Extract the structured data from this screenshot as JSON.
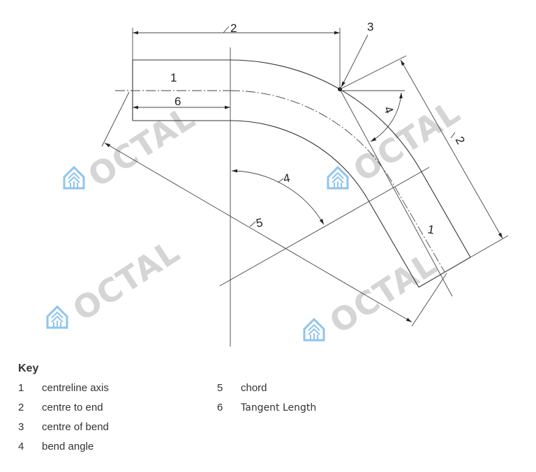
{
  "diagram": {
    "labels": {
      "top_dimension": "2",
      "centre_of_bend": "3",
      "straight_centreline": "1",
      "tangent_length": "6",
      "right_dimension": "2",
      "small_angle": "4",
      "bend_angle": "4",
      "chord": "5",
      "leg_centreline": "1"
    },
    "watermark": {
      "text": "OCTAL",
      "logo_color": "#8fc4ef"
    }
  },
  "key": {
    "title": "Key",
    "items": [
      {
        "num": "1",
        "text": "centreline axis"
      },
      {
        "num": "2",
        "text": "centre to end"
      },
      {
        "num": "3",
        "text": "centre of bend"
      },
      {
        "num": "4",
        "text": "bend angle"
      },
      {
        "num": "5",
        "text": "chord"
      },
      {
        "num": "6",
        "text": "Tangent Length"
      }
    ]
  }
}
